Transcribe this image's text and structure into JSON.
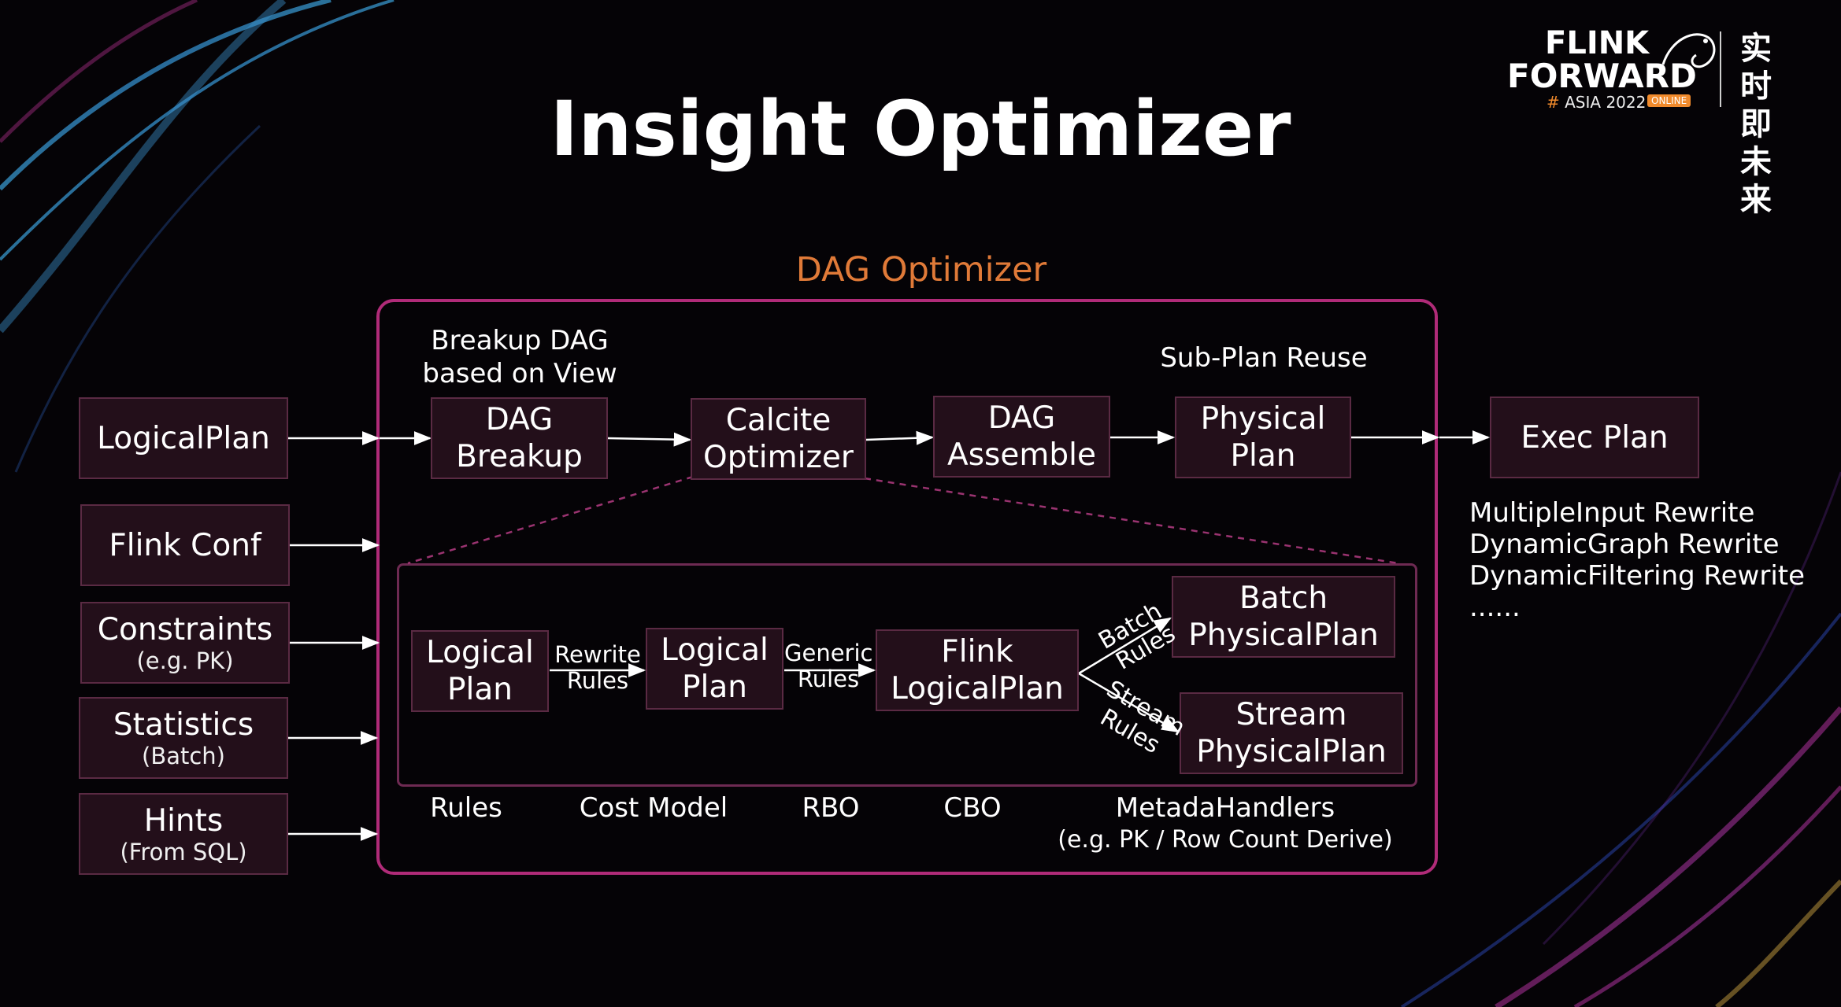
{
  "title": "Insight Optimizer",
  "logo": {
    "line1": "FLINK",
    "line2": "FORWARD",
    "hash": "#",
    "edition": "ASIA 2022",
    "badge": "ONLINE",
    "cn_line1": "实时即",
    "cn_line2": "未来"
  },
  "dag_optimizer_label": "DAG Optimizer",
  "inputs": [
    {
      "label": "LogicalPlan",
      "sub": ""
    },
    {
      "label": "Flink Conf",
      "sub": ""
    },
    {
      "label": "Constraints",
      "sub": "(e.g. PK)"
    },
    {
      "label": "Statistics",
      "sub": "(Batch)"
    },
    {
      "label": "Hints",
      "sub": "(From SQL)"
    }
  ],
  "top_notes": {
    "breakup": "Breakup DAG\nbased on View",
    "reuse": "Sub-Plan Reuse"
  },
  "pipeline": [
    {
      "label": "DAG\nBreakup"
    },
    {
      "label": "Calcite\nOptimizer"
    },
    {
      "label": "DAG\nAssemble"
    },
    {
      "label": "Physical\nPlan"
    }
  ],
  "exec_plan": "Exec Plan",
  "rewrites": [
    "MultipleInput Rewrite",
    "DynamicGraph Rewrite",
    "DynamicFiltering Rewrite",
    "......"
  ],
  "inner": {
    "nodes": [
      {
        "label": "Logical\nPlan"
      },
      {
        "label": "Logical\nPlan"
      },
      {
        "label": "Flink\nLogicalPlan"
      },
      {
        "label": "Batch\nPhysicalPlan"
      },
      {
        "label": "Stream\nPhysicalPlan"
      }
    ],
    "edge_labels": {
      "rewrite": "Rewrite\nRules",
      "generic": "Generic\nRules",
      "batch_1": "Batch",
      "batch_2": "Rules",
      "stream_1": "Stream",
      "stream_2": "Rules"
    }
  },
  "bottom": {
    "labels": [
      "Rules",
      "Cost Model",
      "RBO",
      "CBO",
      "MetadaHandlers"
    ],
    "metadata_sub": "(e.g. PK / Row Count Derive)"
  },
  "colors": {
    "frame": "#b02b78",
    "box_fill": "#230f1a",
    "box_border": "#5a2a43",
    "accent_label": "#e07a38"
  }
}
